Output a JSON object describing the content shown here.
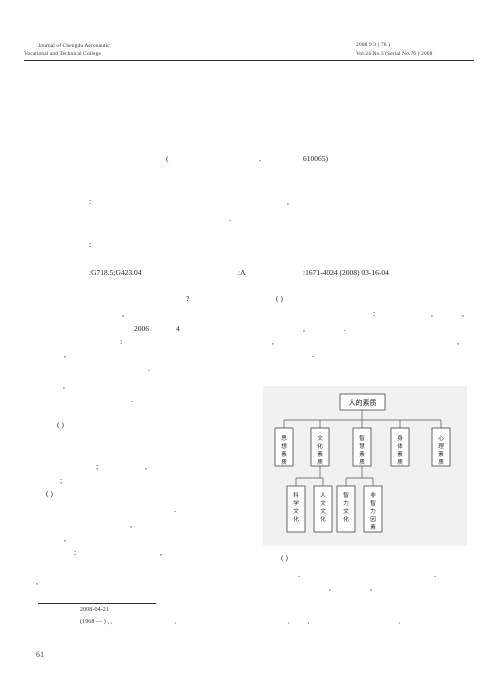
{
  "header": {
    "journal_line1": "Journal of Chengdu Aeronautic",
    "journal_line2": "Vocational and Technical College",
    "issue_cn": "2008    9        3  (      76  )",
    "issue_en": "Vol.24 No.3  (Serial No.76 )  2008"
  },
  "author_block": {
    "paren_open": "(",
    "comma": ",",
    "postcode": "610065)"
  },
  "abstract": {
    "colon": ":",
    "comma": ",",
    "period": "."
  },
  "keywords": {
    "colon": ":"
  },
  "classification": {
    "clc": ":G718.5;G423.04",
    "doc_code": ":A",
    "article_id": ":1671-4024   (2008) 03-16-04"
  },
  "section1": {
    "question_mark": "?",
    "paren": "(    )",
    "year": "2006",
    "month": "4",
    "marks": [
      ":",
      ",",
      ",",
      ";",
      ",",
      ".",
      ",",
      ",",
      ".",
      ",",
      ",",
      ",",
      ".",
      ".",
      ",",
      ".",
      ":",
      ","
    ]
  },
  "section2": {
    "heading": "(    )",
    "marks": [
      ";",
      ",",
      ";",
      ",",
      ",",
      ".",
      ",",
      ":",
      ",",
      ","
    ],
    "sub_heading": "(          )"
  },
  "figure": {
    "root": "人的素质",
    "level1": [
      "思想素质",
      "文化素质",
      "智慧素质",
      "身体素质",
      "心理素质"
    ],
    "level2": [
      "科学文化",
      "人文文化",
      "智力文化",
      "非智力因素"
    ]
  },
  "right_bottom": {
    "heading": "(    )",
    "marks": [
      ".",
      ".",
      ",",
      ","
    ]
  },
  "footnote": {
    "received": "2008-04-21",
    "author_info": "(1968 — ) ,    ,",
    "trail": [
      ",",
      ",",
      ",",
      ","
    ]
  },
  "page": {
    "number": "61"
  }
}
